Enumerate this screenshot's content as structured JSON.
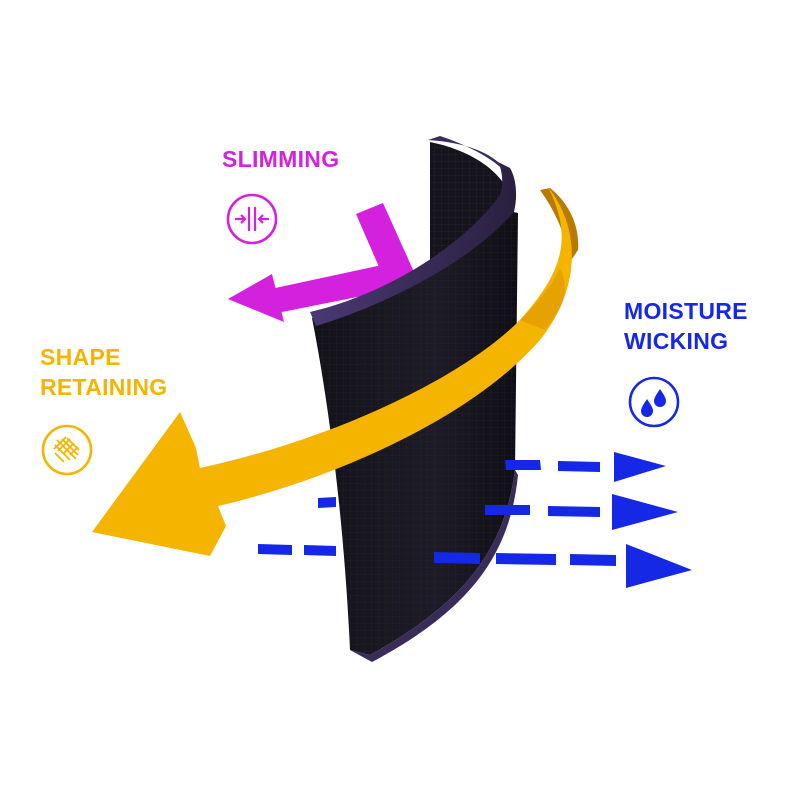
{
  "features": {
    "slimming": {
      "line1": "SLIMMING",
      "color": "#d321de",
      "icon": "compress-arrows-icon"
    },
    "shape_retaining": {
      "line1": "SHAPE",
      "line2": "RETAINING",
      "color": "#f5b400",
      "icon": "fabric-weave-icon"
    },
    "moisture_wicking": {
      "line1": "MOISTURE",
      "line2": "WICKING",
      "color": "#1428e6",
      "icon": "water-drops-icon"
    }
  },
  "panel": {
    "color": "#1a1424",
    "edge_color": "#3a2c5a"
  }
}
